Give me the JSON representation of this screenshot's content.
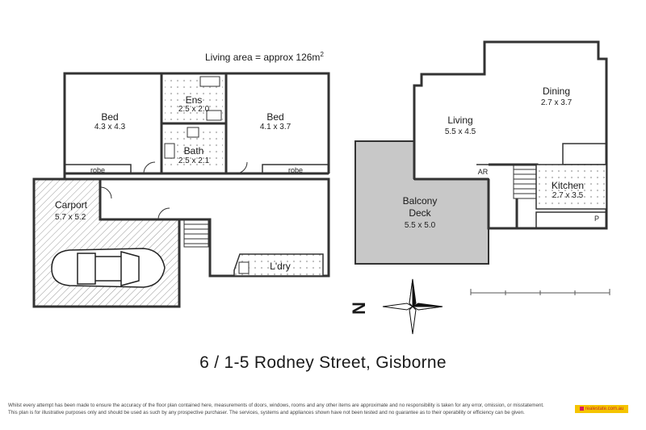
{
  "area_note": {
    "text": "Living area = approx 126m",
    "unit_sup": "2"
  },
  "address": "6  / 1-5 Rodney Street, Gisborne",
  "compass": {
    "north_label": "N"
  },
  "rooms": {
    "bed1": {
      "name": "Bed",
      "dims": "4.3 x 4.3"
    },
    "ens": {
      "name": "Ens",
      "dims": "2.5 x 2.0"
    },
    "bed2": {
      "name": "Bed",
      "dims": "4.1 x 3.7"
    },
    "bath": {
      "name": "Bath",
      "dims": "2.5 x 2.1"
    },
    "robe1": "robe",
    "robe2": "robe",
    "carport": {
      "name": "Carport",
      "dims": "5.7 x 5.2"
    },
    "laundry": {
      "name": "L'dry"
    },
    "living": {
      "name": "Living",
      "dims": "5.5 x 4.5"
    },
    "dining": {
      "name": "Dining",
      "dims": "2.7 x 3.7"
    },
    "balcony": {
      "name1": "Balcony",
      "name2": "Deck",
      "dims": "5.5 x 5.0"
    },
    "kitchen": {
      "name": "Kitchen",
      "dims": "2.7 x 3.5"
    },
    "ar": "AR",
    "pantry": "P"
  },
  "disclaimer": {
    "line1": "Whilst every attempt has been made to ensure the accuracy of the floor plan contained here, measurements of doors, windows, rooms and any other items are approximate and no responsibility is taken for any error, omission, or misstatement.",
    "line2": "This plan is for illustrative purposes only and should be used as such by any prospective purchaser. The services, systems and appliances shown have not been tested and no guarantee as to their operability or efficiency can be given."
  },
  "logo_text": "realestate.com.au",
  "colors": {
    "wall": "#333333",
    "deck": "#c8c8c8",
    "tile": "#e0e0e0",
    "carport_hatch": "#9a9a9a",
    "logo_bg": "#f5c400"
  }
}
